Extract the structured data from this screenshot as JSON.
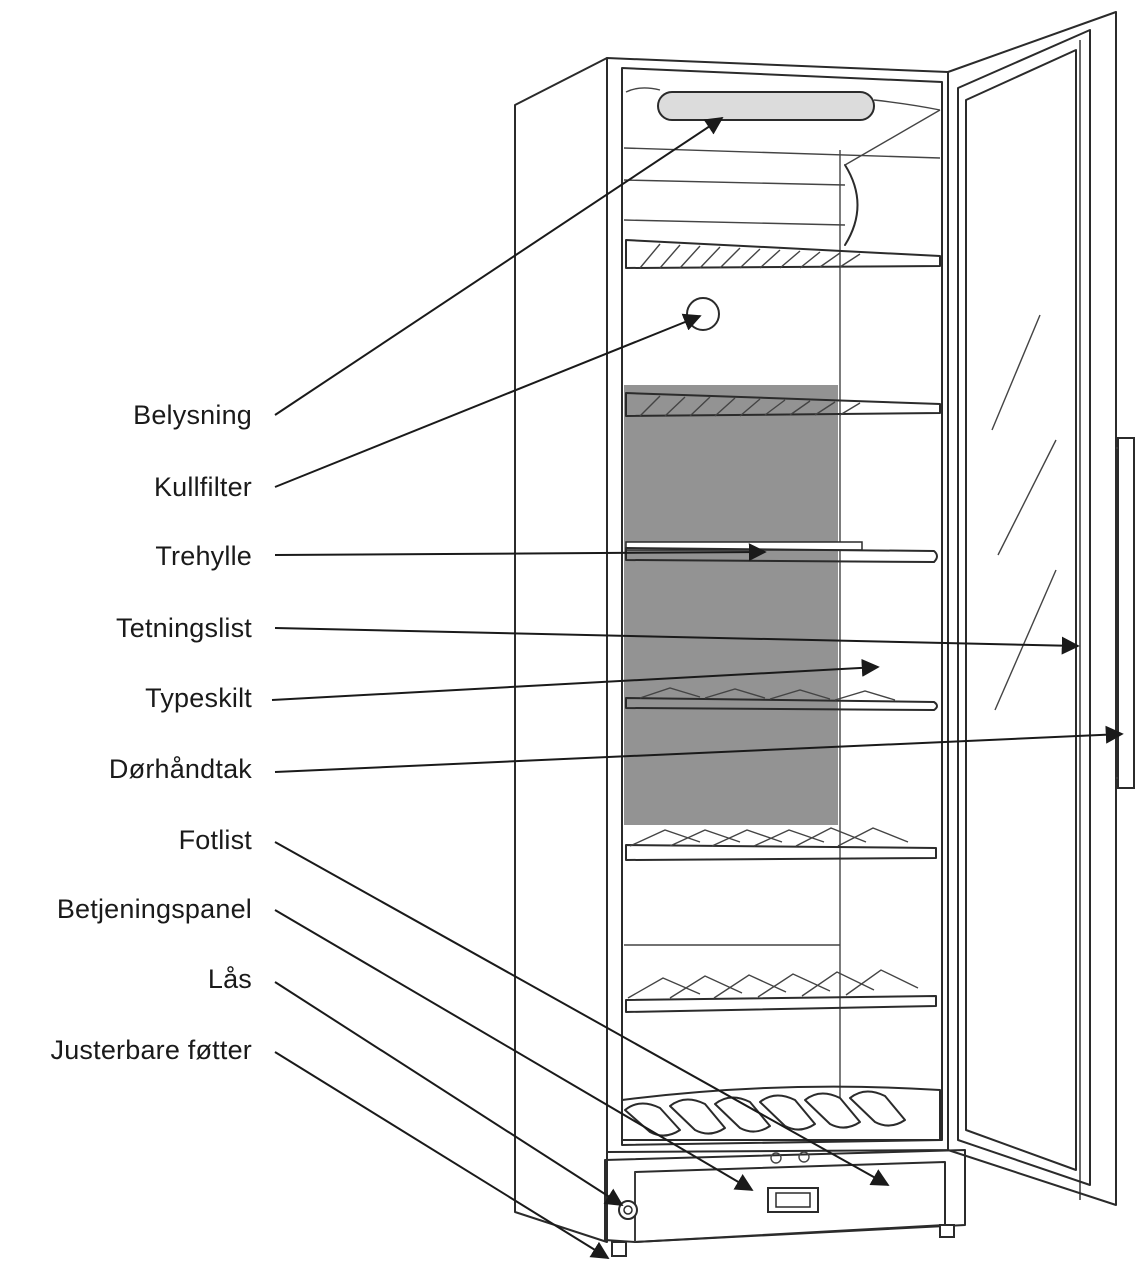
{
  "labels": [
    {
      "id": "belysning",
      "text": "Belysning"
    },
    {
      "id": "kullfilter",
      "text": "Kullfilter"
    },
    {
      "id": "trehylle",
      "text": "Trehylle"
    },
    {
      "id": "tetningslist",
      "text": "Tetningslist"
    },
    {
      "id": "typeskilt",
      "text": "Typeskilt"
    },
    {
      "id": "dorhandtak",
      "text": "Dørhåndtak"
    },
    {
      "id": "fotlist",
      "text": "Fotlist"
    },
    {
      "id": "betjeningspanel",
      "text": "Betjeningspanel"
    },
    {
      "id": "las",
      "text": "Lås"
    },
    {
      "id": "justerbare",
      "text": "Justerbare føtter"
    }
  ]
}
